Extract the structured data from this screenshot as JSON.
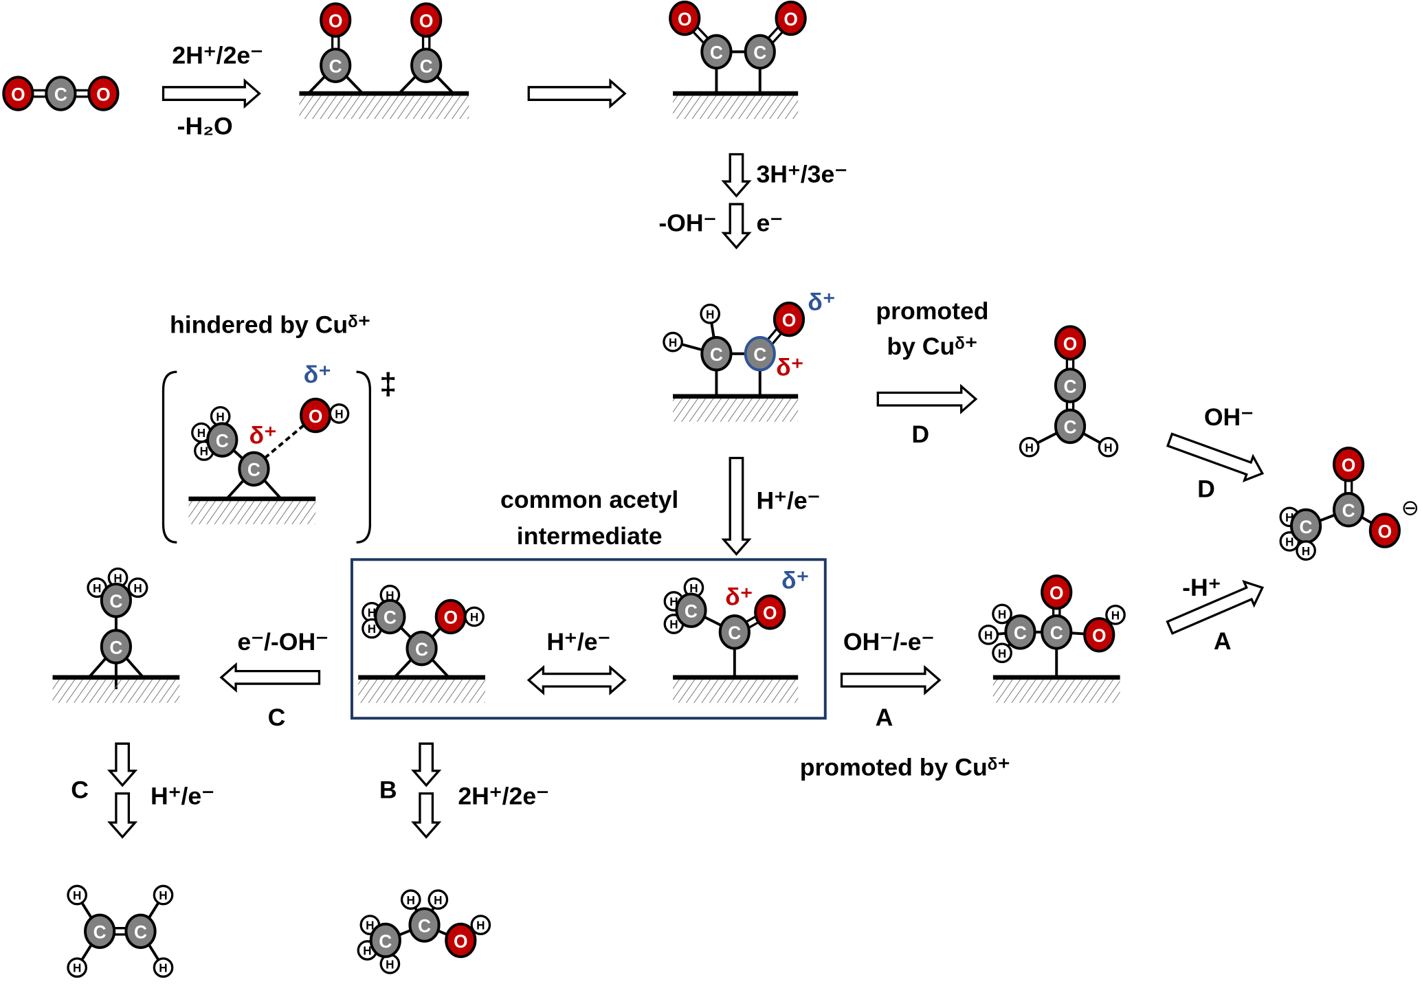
{
  "atom_symbols": {
    "oxygen": "O",
    "carbon": "C",
    "hydrogen": "H"
  },
  "colors": {
    "oxygen": "#c00000",
    "carbon": "#808080",
    "hydrogen": "#ffffff",
    "delta_red": "#c00000",
    "delta_blue": "#2f5597",
    "box": "#1f3864"
  },
  "labels": {
    "step1_top": "2H⁺/2e⁻",
    "step1_bottom": "-H₂O",
    "step3_right": "3H⁺/3e⁻",
    "step4_left": "-OH⁻",
    "step4_right": "e⁻",
    "promoted_line1": "promoted",
    "promoted_line2": "by Cuᵟ⁺",
    "path_d1": "D",
    "oh_minus": "OH⁻",
    "path_d2": "D",
    "minus_h": "-H⁺",
    "path_a2": "A",
    "hindered": "hindered by Cuᵟ⁺",
    "double_dagger": "‡",
    "common_line1": "common acetyl",
    "common_line2": "intermediate",
    "h_e_down": "H⁺/e⁻",
    "h_e_equilibrium": "H⁺/e⁻",
    "oh_minus_e": "OH⁻/-e⁻",
    "path_a1": "A",
    "promoted_bottom": "promoted by Cuᵟ⁺",
    "e_oh": "e⁻/-OH⁻",
    "path_c1": "C",
    "path_c2": "C",
    "h_e_c": "H⁺/e⁻",
    "path_b": "B",
    "two_h_two_e": "2H⁺/2e⁻",
    "delta_plus": "δ⁺",
    "negative_charge": "⊖"
  }
}
